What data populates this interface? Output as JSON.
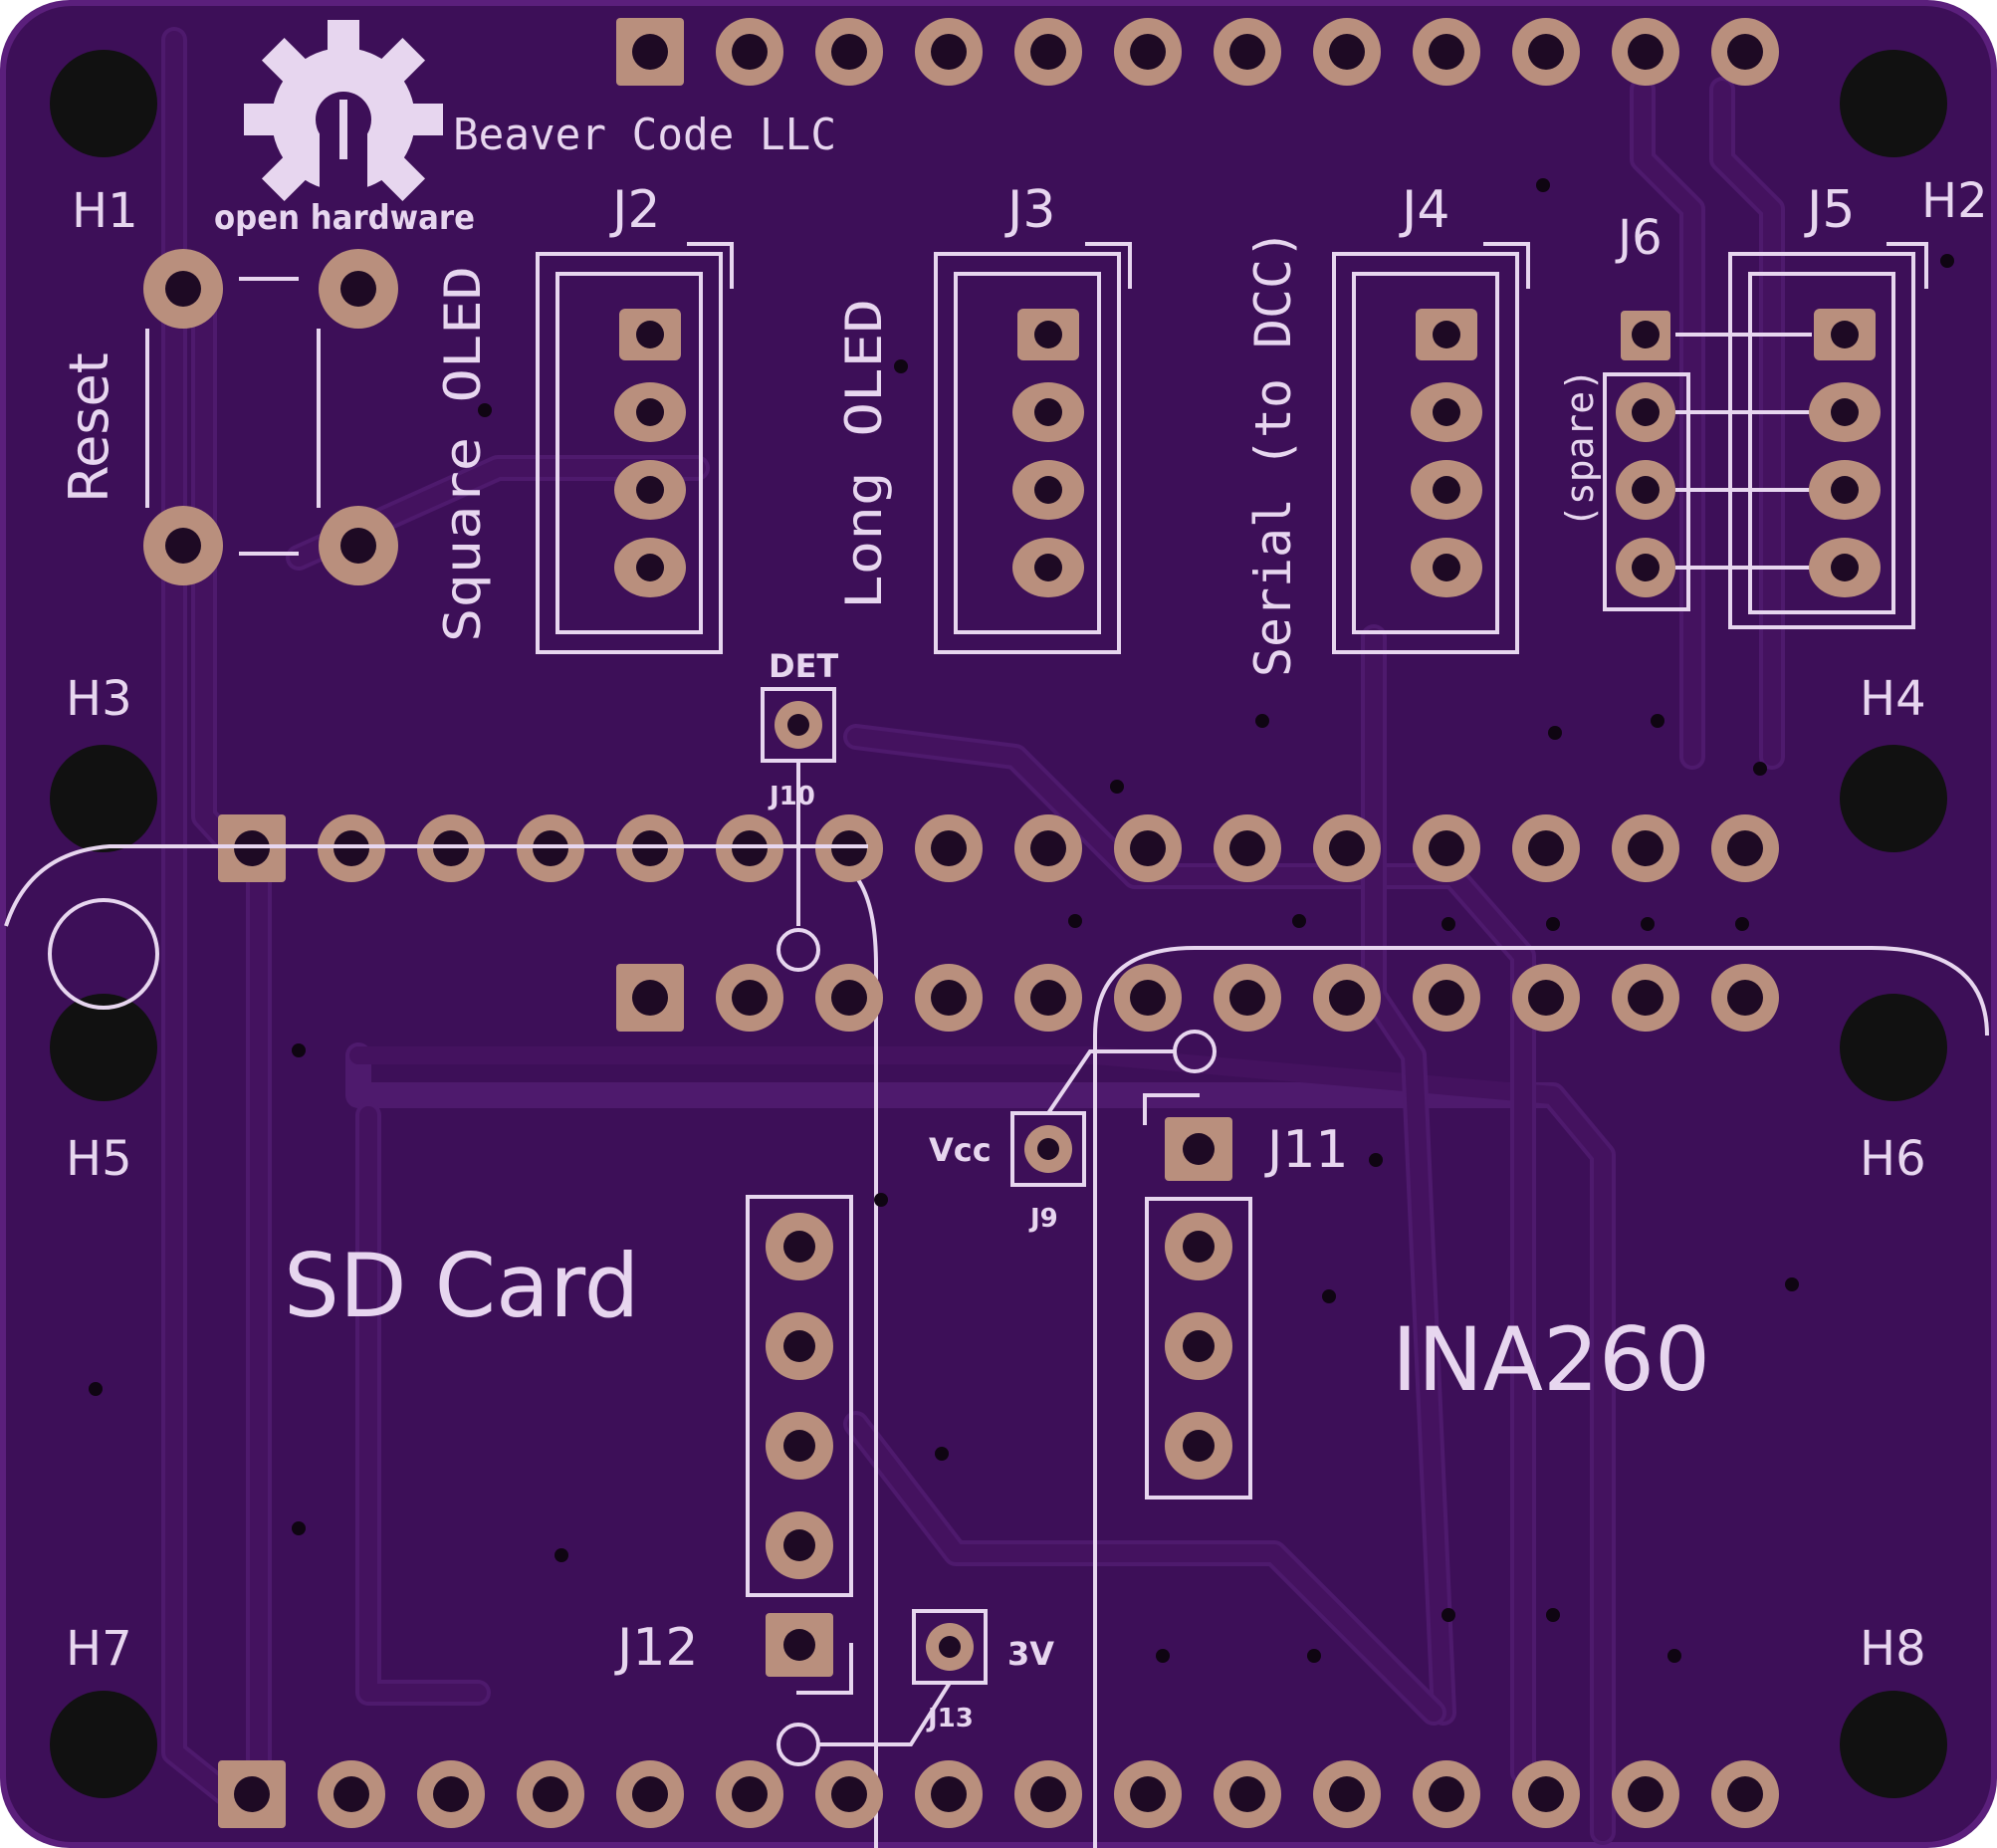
{
  "board": {
    "colors": {
      "substrate": "#3d0f58",
      "board_edge": "#5b1f7c",
      "silkscreen": "#e7d6ef",
      "copper_pad": "#b98f7d",
      "drill": "#111111"
    },
    "logo": {
      "icon": "open-hardware-gear-icon",
      "caption": "open hardware"
    },
    "company": "Beaver Code LLC",
    "mounting_holes": [
      "H1",
      "H2",
      "H3",
      "H4",
      "H5",
      "H6",
      "H7",
      "H8"
    ],
    "reset_label": "Reset",
    "connectors": {
      "J2": {
        "designator": "J2",
        "label": "Square OLED",
        "pins": 4
      },
      "J3": {
        "designator": "J3",
        "label": "Long OLED",
        "pins": 4
      },
      "J4": {
        "designator": "J4",
        "label": "Serial (to DCC)",
        "pins": 4
      },
      "J5": {
        "designator": "J5",
        "pins": 4
      },
      "J6": {
        "designator": "J6",
        "label": "(spare)",
        "pins": 4
      },
      "J9": {
        "designator": "J9",
        "label": "Vcc",
        "pins": 1
      },
      "J10": {
        "designator": "J10",
        "label": "DET",
        "pins": 1
      },
      "J11": {
        "designator": "J11",
        "pins": 4
      },
      "J12": {
        "designator": "J12",
        "pins": 5
      },
      "J13": {
        "designator": "J13",
        "label": "3V",
        "pins": 1
      }
    },
    "modules": {
      "sd_card": "SD Card",
      "ina260": "INA260"
    },
    "header_rows": {
      "top_pins": 12,
      "middle_long_pins": 16,
      "middle_short_pins": 12,
      "bottom_pins": 16
    }
  }
}
